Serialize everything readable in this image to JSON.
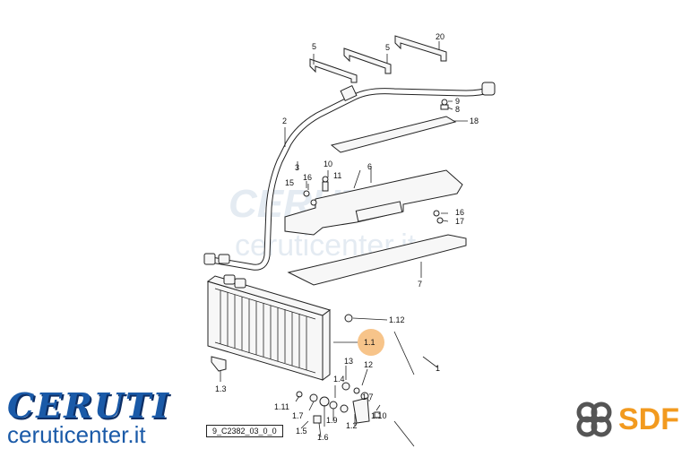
{
  "diagram": {
    "callouts": {
      "c5a": "5",
      "c5b": "5",
      "c20": "20",
      "c9": "9",
      "c8": "8",
      "c18": "18",
      "c2": "2",
      "c3": "3",
      "c10": "10",
      "c11": "11",
      "c6": "6",
      "c15": "15",
      "c16a": "16",
      "c16b": "16",
      "c17": "17",
      "c7": "7",
      "c112": "1.12",
      "c11x": "1.1",
      "c1": "1",
      "c13": "13",
      "c14": "1.4",
      "c12": "12",
      "c3x": "1.3",
      "c111": "1.11",
      "c17x": "1.7",
      "c17y": "1.7",
      "c19": "1.9",
      "c110": "1.10",
      "c12x": "1.2",
      "c15x": "1.5",
      "c16x": "1.6"
    }
  },
  "watermark": {
    "brand": "CERUTI",
    "url": "ceruticenter.it"
  },
  "footer": {
    "brand_logo_text": "CERUTI",
    "brand_url": "ceruticenter.it",
    "drawing_code": "9_C2382_03_0_0",
    "sdf_logo_text": "SDF",
    "brand_color": "#1a5aa8",
    "sdf_color": "#f29a1f",
    "highlight_color": "#f7c48a"
  }
}
